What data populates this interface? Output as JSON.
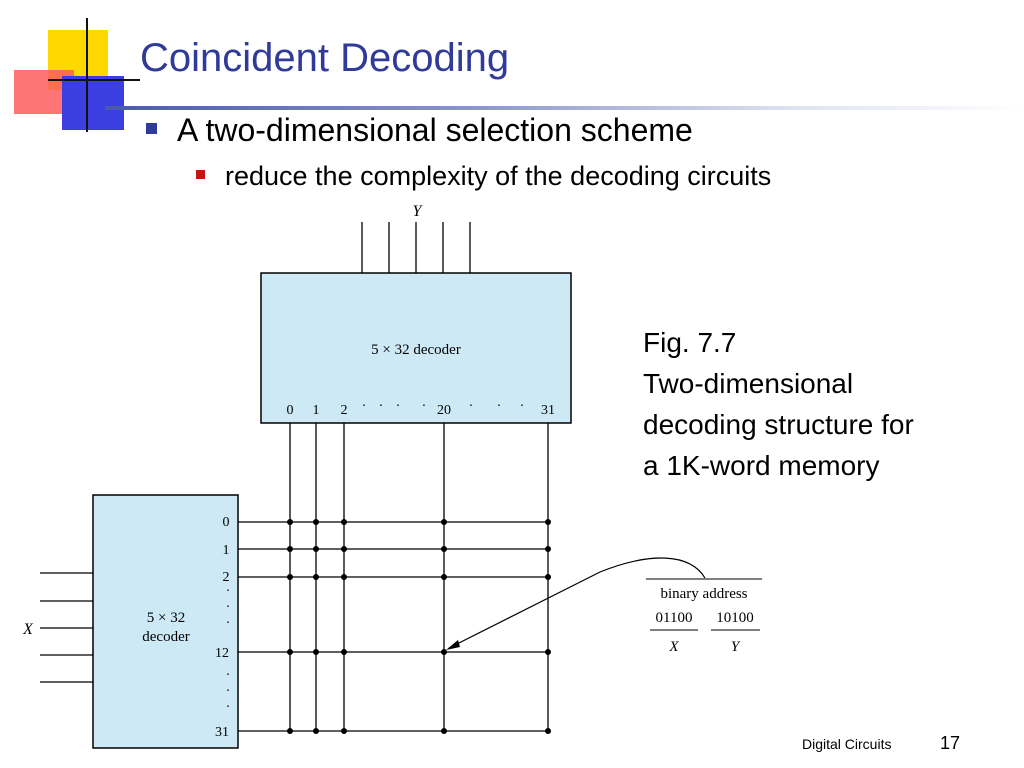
{
  "title": "Coincident Decoding",
  "bullet1": "A two-dimensional selection scheme",
  "bullet2": "reduce the complexity of the decoding circuits",
  "caption": {
    "line1": "Fig. 7.7",
    "line2": "Two-dimensional",
    "line3": "decoding structure for",
    "line4": "a 1K-word memory"
  },
  "diagram": {
    "y_label": "Y",
    "x_label": "X",
    "top_decoder_label": "5 × 32 decoder",
    "top_outputs": [
      "0",
      "1",
      "2",
      "·",
      "·",
      "·",
      "·",
      "20",
      "·",
      "·",
      "·",
      "31"
    ],
    "left_decoder_label_line1": "5 × 32",
    "left_decoder_label_line2": "decoder",
    "left_outputs": [
      "0",
      "1",
      "2",
      "·",
      "·",
      "·",
      "12",
      "·",
      "·",
      "·",
      "31"
    ],
    "address": {
      "heading": "binary address",
      "x_bits": "01100",
      "y_bits": "10100",
      "x_name": "X",
      "y_name": "Y"
    },
    "colors": {
      "decoder_fill": "#cde9f6",
      "line": "#000000"
    }
  },
  "footer": {
    "course": "Digital Circuits",
    "page": "17"
  },
  "theme": {
    "title_color": "#2f3a99",
    "bullet1_color": "#2f3a99",
    "bullet2_color": "#cc1111"
  }
}
